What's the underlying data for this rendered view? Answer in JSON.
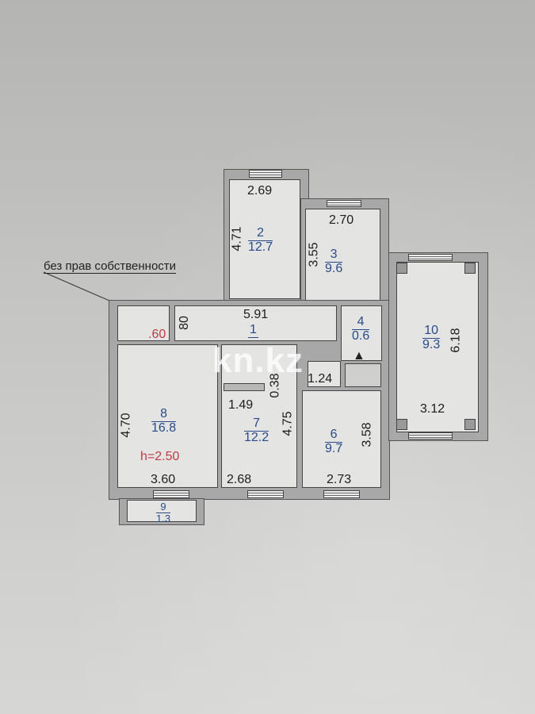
{
  "plan": {
    "note": "без прав собственности",
    "ceiling_height": "h=2.50",
    "watermark": "kn.kz",
    "colors": {
      "background": "#c4c4c2",
      "room_fill": "#e4e4e2",
      "wall_fill": "#a8a8a8",
      "room_label": "#2b4a8a",
      "red_text": "#c0394a"
    }
  },
  "rooms": [
    {
      "id": "1",
      "label": "1",
      "area": "",
      "dims": [
        "5.91",
        "80",
        ".60"
      ]
    },
    {
      "id": "2",
      "label": "2",
      "area": "12.7",
      "dims": [
        "2.69",
        "4.71"
      ]
    },
    {
      "id": "3",
      "label": "3",
      "area": "9.6",
      "dims": [
        "2.70",
        "3.55"
      ]
    },
    {
      "id": "4",
      "label": "4",
      "area": "0.6",
      "dims": [
        "1.24"
      ]
    },
    {
      "id": "6",
      "label": "6",
      "area": "9.7",
      "dims": [
        "2.73",
        "3.58"
      ]
    },
    {
      "id": "7",
      "label": "7",
      "area": "12.2",
      "dims": [
        "2.68",
        "4.75",
        "1.49",
        "0.38"
      ]
    },
    {
      "id": "8",
      "label": "8",
      "area": "16.8",
      "dims": [
        "3.60",
        "4.70"
      ]
    },
    {
      "id": "9",
      "label": "9",
      "area": "1.3",
      "dims": []
    },
    {
      "id": "10",
      "label": "10",
      "area": "9.3",
      "dims": [
        "3.12",
        "6.18"
      ]
    }
  ]
}
